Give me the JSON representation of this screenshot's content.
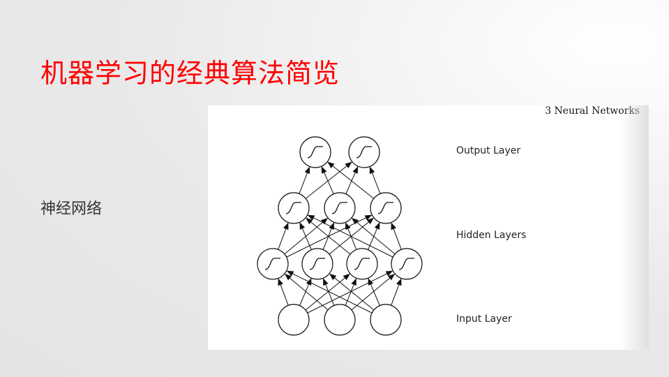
{
  "slide": {
    "title": "机器学习的经典算法简览",
    "bullet": "神经网络"
  },
  "figure": {
    "header": "3   Neural Networks",
    "labels": {
      "output": "Output Layer",
      "hidden": "Hidden Layers",
      "input": "Input Layer"
    },
    "network": {
      "layer_sizes": [
        3,
        4,
        3,
        2
      ],
      "hidden_activation_symbol": "sigmoid"
    }
  },
  "colors": {
    "title": "#ff0000",
    "text": "#333333",
    "diagram_stroke": "#111111"
  }
}
